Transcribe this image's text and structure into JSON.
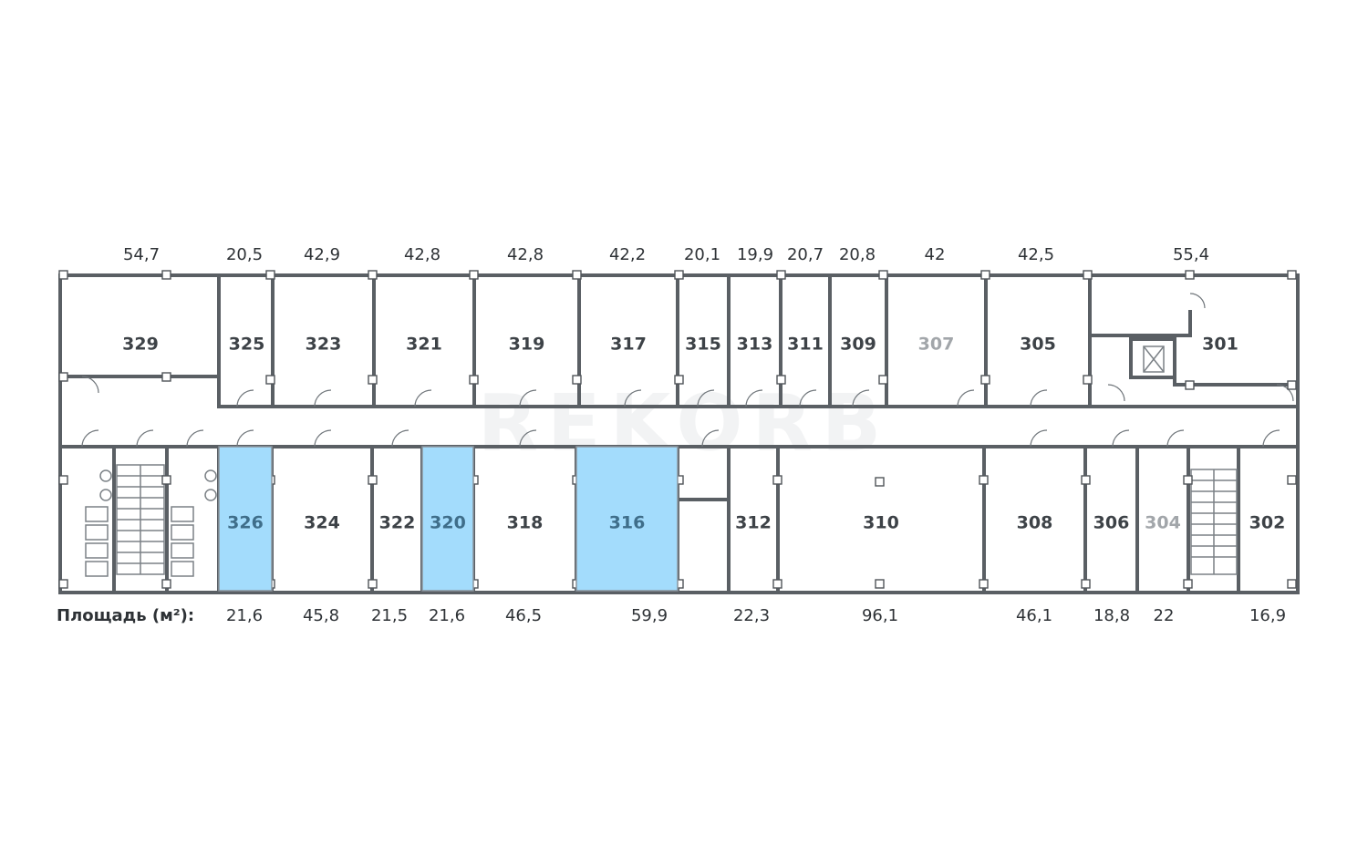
{
  "watermark": "REKORB",
  "legend": {
    "label": "Площадь (м²):"
  },
  "colors": {
    "available": "#a3dcfc",
    "wall": "#5a5f64",
    "dimmed_label": "#a2a6aa"
  },
  "rooms": [
    {
      "id": "329",
      "area": "54,7",
      "row": "top",
      "status": "normal"
    },
    {
      "id": "325",
      "area": "20,5",
      "row": "top",
      "status": "normal"
    },
    {
      "id": "323",
      "area": "42,9",
      "row": "top",
      "status": "normal"
    },
    {
      "id": "321",
      "area": "42,8",
      "row": "top",
      "status": "normal"
    },
    {
      "id": "319",
      "area": "42,8",
      "row": "top",
      "status": "normal"
    },
    {
      "id": "317",
      "area": "42,2",
      "row": "top",
      "status": "normal"
    },
    {
      "id": "315",
      "area": "20,1",
      "row": "top",
      "status": "normal"
    },
    {
      "id": "313",
      "area": "19,9",
      "row": "top",
      "status": "normal"
    },
    {
      "id": "311",
      "area": "20,7",
      "row": "top",
      "status": "normal"
    },
    {
      "id": "309",
      "area": "20,8",
      "row": "top",
      "status": "normal"
    },
    {
      "id": "307",
      "area": "42",
      "row": "top",
      "status": "dim"
    },
    {
      "id": "305",
      "area": "42,5",
      "row": "top",
      "status": "normal"
    },
    {
      "id": "301",
      "area": "55,4",
      "row": "top",
      "status": "normal"
    },
    {
      "id": "326",
      "area": "21,6",
      "row": "bottom",
      "status": "highlight"
    },
    {
      "id": "324",
      "area": "45,8",
      "row": "bottom",
      "status": "normal"
    },
    {
      "id": "322",
      "area": "21,5",
      "row": "bottom",
      "status": "normal"
    },
    {
      "id": "320",
      "area": "21,6",
      "row": "bottom",
      "status": "highlight"
    },
    {
      "id": "318",
      "area": "46,5",
      "row": "bottom",
      "status": "normal"
    },
    {
      "id": "316",
      "area": "59,9",
      "row": "bottom",
      "status": "highlight"
    },
    {
      "id": "312",
      "area": "22,3",
      "row": "bottom",
      "status": "normal"
    },
    {
      "id": "310",
      "area": "96,1",
      "row": "bottom",
      "status": "normal"
    },
    {
      "id": "308",
      "area": "46,1",
      "row": "bottom",
      "status": "normal"
    },
    {
      "id": "306",
      "area": "18,8",
      "row": "bottom",
      "status": "normal"
    },
    {
      "id": "304",
      "area": "22",
      "row": "bottom",
      "status": "dim"
    },
    {
      "id": "302",
      "area": "16,9",
      "row": "bottom",
      "status": "normal"
    }
  ]
}
